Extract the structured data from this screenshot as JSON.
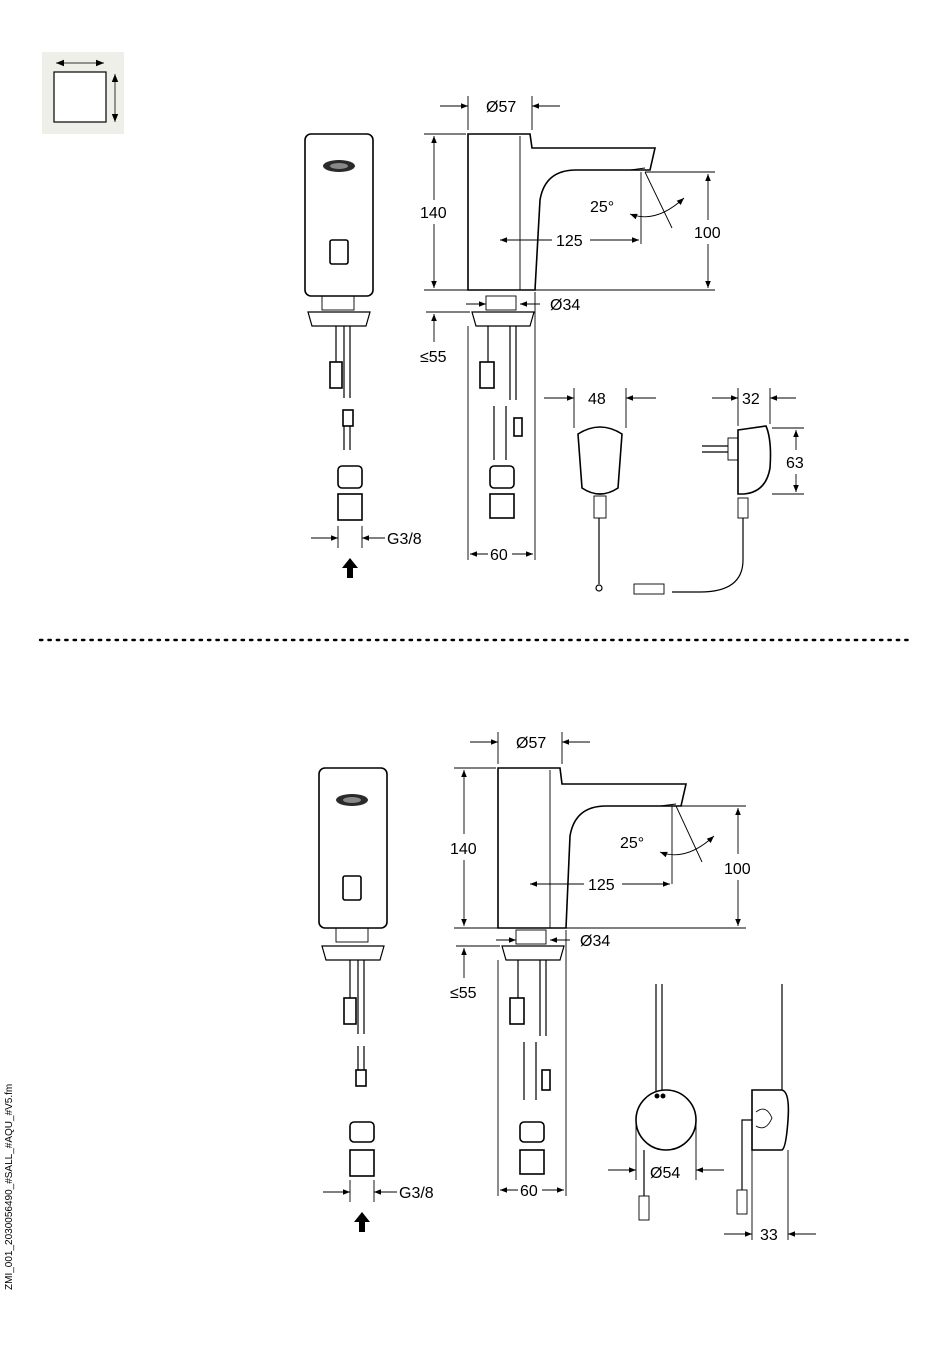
{
  "doc_code": "ZMI_001_2030056490_#SALL_#AQU_#V5.fm",
  "top": {
    "dia_spout": "Ø57",
    "height_total": "140",
    "angle": "25°",
    "reach": "125",
    "height_outlet": "100",
    "dia_base": "Ø34",
    "max_thickness": "≤55",
    "thread": "G3/8",
    "base_width": "60",
    "box_width": "48",
    "adapter_width": "32",
    "adapter_height": "63"
  },
  "bottom": {
    "dia_spout": "Ø57",
    "height_total": "140",
    "angle": "25°",
    "reach": "125",
    "height_outlet": "100",
    "dia_base": "Ø34",
    "max_thickness": "≤55",
    "thread": "G3/8",
    "base_width": "60",
    "box_diameter": "Ø54",
    "box_depth": "33"
  },
  "icons": [
    "page-size-icon",
    "arrow-up-icon"
  ]
}
